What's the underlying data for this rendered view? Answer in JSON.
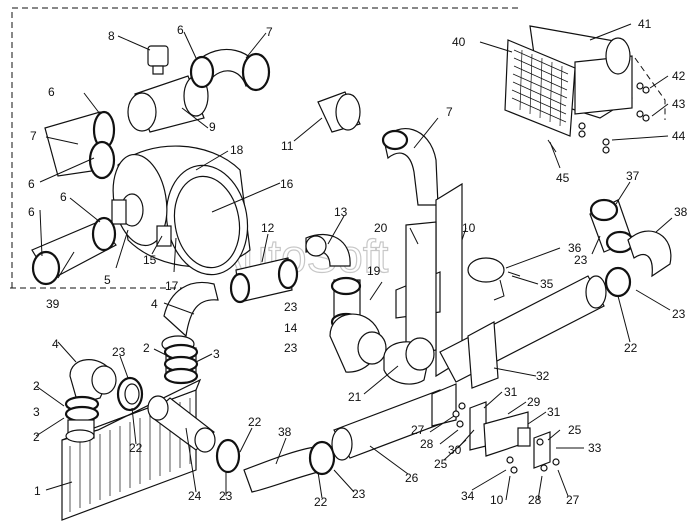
{
  "watermark": "AutoSoft",
  "callouts": [
    {
      "id": "c1",
      "text": "1"
    },
    {
      "id": "c2a",
      "text": "2"
    },
    {
      "id": "c2b",
      "text": "2"
    },
    {
      "id": "c2c",
      "text": "2"
    },
    {
      "id": "c3a",
      "text": "3"
    },
    {
      "id": "c3b",
      "text": "3"
    },
    {
      "id": "c4a",
      "text": "4"
    },
    {
      "id": "c4b",
      "text": "4"
    },
    {
      "id": "c5",
      "text": "5"
    },
    {
      "id": "c6a",
      "text": "6"
    },
    {
      "id": "c6b",
      "text": "6"
    },
    {
      "id": "c6c",
      "text": "6"
    },
    {
      "id": "c6d",
      "text": "6"
    },
    {
      "id": "c6e",
      "text": "6"
    },
    {
      "id": "c7a",
      "text": "7"
    },
    {
      "id": "c7b",
      "text": "7"
    },
    {
      "id": "c7c",
      "text": "7"
    },
    {
      "id": "c8",
      "text": "8"
    },
    {
      "id": "c9",
      "text": "9"
    },
    {
      "id": "c10a",
      "text": "10"
    },
    {
      "id": "c10b",
      "text": "10"
    },
    {
      "id": "c11",
      "text": "11"
    },
    {
      "id": "c12",
      "text": "12"
    },
    {
      "id": "c13",
      "text": "13"
    },
    {
      "id": "c14",
      "text": "14"
    },
    {
      "id": "c15",
      "text": "15"
    },
    {
      "id": "c16",
      "text": "16"
    },
    {
      "id": "c17",
      "text": "17"
    },
    {
      "id": "c18",
      "text": "18"
    },
    {
      "id": "c19",
      "text": "19"
    },
    {
      "id": "c20",
      "text": "20"
    },
    {
      "id": "c21",
      "text": "21"
    },
    {
      "id": "c22a",
      "text": "22"
    },
    {
      "id": "c22b",
      "text": "22"
    },
    {
      "id": "c22c",
      "text": "22"
    },
    {
      "id": "c22d",
      "text": "22"
    },
    {
      "id": "c23a",
      "text": "23"
    },
    {
      "id": "c23b",
      "text": "23"
    },
    {
      "id": "c23c",
      "text": "23"
    },
    {
      "id": "c23d",
      "text": "23"
    },
    {
      "id": "c23e",
      "text": "23"
    },
    {
      "id": "c23f",
      "text": "23"
    },
    {
      "id": "c23g",
      "text": "23"
    },
    {
      "id": "c24",
      "text": "24"
    },
    {
      "id": "c25a",
      "text": "25"
    },
    {
      "id": "c25b",
      "text": "25"
    },
    {
      "id": "c26",
      "text": "26"
    },
    {
      "id": "c27a",
      "text": "27"
    },
    {
      "id": "c27b",
      "text": "27"
    },
    {
      "id": "c28a",
      "text": "28"
    },
    {
      "id": "c28b",
      "text": "28"
    },
    {
      "id": "c29",
      "text": "29"
    },
    {
      "id": "c30",
      "text": "30"
    },
    {
      "id": "c31a",
      "text": "31"
    },
    {
      "id": "c31b",
      "text": "31"
    },
    {
      "id": "c32",
      "text": "32"
    },
    {
      "id": "c33",
      "text": "33"
    },
    {
      "id": "c34",
      "text": "34"
    },
    {
      "id": "c35",
      "text": "35"
    },
    {
      "id": "c36",
      "text": "36"
    },
    {
      "id": "c37",
      "text": "37"
    },
    {
      "id": "c38a",
      "text": "38"
    },
    {
      "id": "c38b",
      "text": "38"
    },
    {
      "id": "c39",
      "text": "39"
    },
    {
      "id": "c40",
      "text": "40"
    },
    {
      "id": "c41",
      "text": "41"
    },
    {
      "id": "c42",
      "text": "42"
    },
    {
      "id": "c43",
      "text": "43"
    },
    {
      "id": "c44",
      "text": "44"
    },
    {
      "id": "c45",
      "text": "45"
    }
  ]
}
